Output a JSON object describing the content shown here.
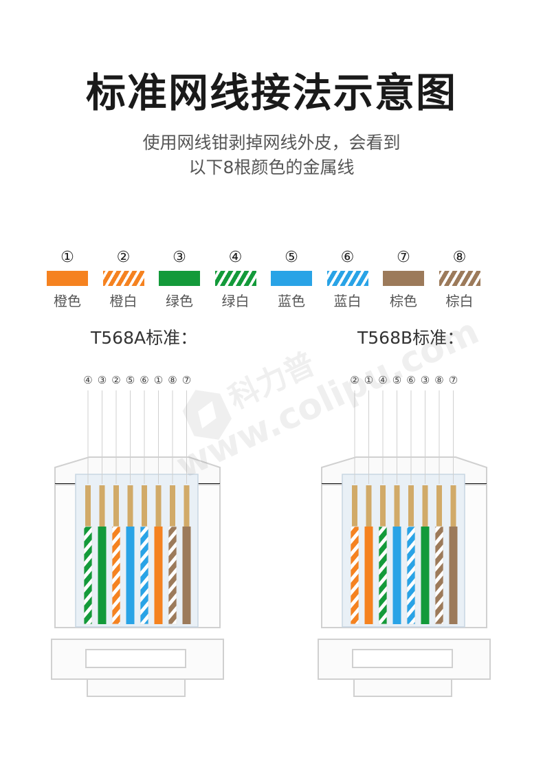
{
  "title": "标准网线接法示意图",
  "subtitle": {
    "line1": "使用网线钳剥掉网线外皮，会看到",
    "line2": "以下8根颜色的金属线"
  },
  "colors": {
    "orange": "#f58220",
    "green": "#139a3a",
    "blue": "#29a3e6",
    "brown": "#9c7a5a",
    "copper": "#d1aa68",
    "plug_line": "#d0d0d0",
    "plug_fill": "#e9f0f6"
  },
  "legend": [
    {
      "num": "①",
      "name": "橙色",
      "color": "orange",
      "striped": false
    },
    {
      "num": "②",
      "name": "橙白",
      "color": "orange",
      "striped": true
    },
    {
      "num": "③",
      "name": "绿色",
      "color": "green",
      "striped": false
    },
    {
      "num": "④",
      "name": "绿白",
      "color": "green",
      "striped": true
    },
    {
      "num": "⑤",
      "name": "蓝色",
      "color": "blue",
      "striped": false
    },
    {
      "num": "⑥",
      "name": "蓝白",
      "color": "blue",
      "striped": true
    },
    {
      "num": "⑦",
      "name": "棕色",
      "color": "brown",
      "striped": false
    },
    {
      "num": "⑧",
      "name": "棕白",
      "color": "brown",
      "striped": true
    }
  ],
  "standards": [
    {
      "label": "T568A标准：",
      "order": [
        "④",
        "③",
        "②",
        "⑤",
        "⑥",
        "①",
        "⑧",
        "⑦"
      ],
      "wires": [
        {
          "color": "green",
          "striped": true
        },
        {
          "color": "green",
          "striped": false
        },
        {
          "color": "orange",
          "striped": true
        },
        {
          "color": "blue",
          "striped": false
        },
        {
          "color": "blue",
          "striped": true
        },
        {
          "color": "orange",
          "striped": false
        },
        {
          "color": "brown",
          "striped": true
        },
        {
          "color": "brown",
          "striped": false
        }
      ]
    },
    {
      "label": "T568B标准：",
      "order": [
        "②",
        "①",
        "④",
        "⑤",
        "⑥",
        "③",
        "⑧",
        "⑦"
      ],
      "wires": [
        {
          "color": "orange",
          "striped": true
        },
        {
          "color": "orange",
          "striped": false
        },
        {
          "color": "green",
          "striped": true
        },
        {
          "color": "blue",
          "striped": false
        },
        {
          "color": "blue",
          "striped": true
        },
        {
          "color": "green",
          "striped": false
        },
        {
          "color": "brown",
          "striped": true
        },
        {
          "color": "brown",
          "striped": false
        }
      ]
    }
  ],
  "watermark": {
    "brand": "科力普",
    "url": "www.colipu.com"
  }
}
